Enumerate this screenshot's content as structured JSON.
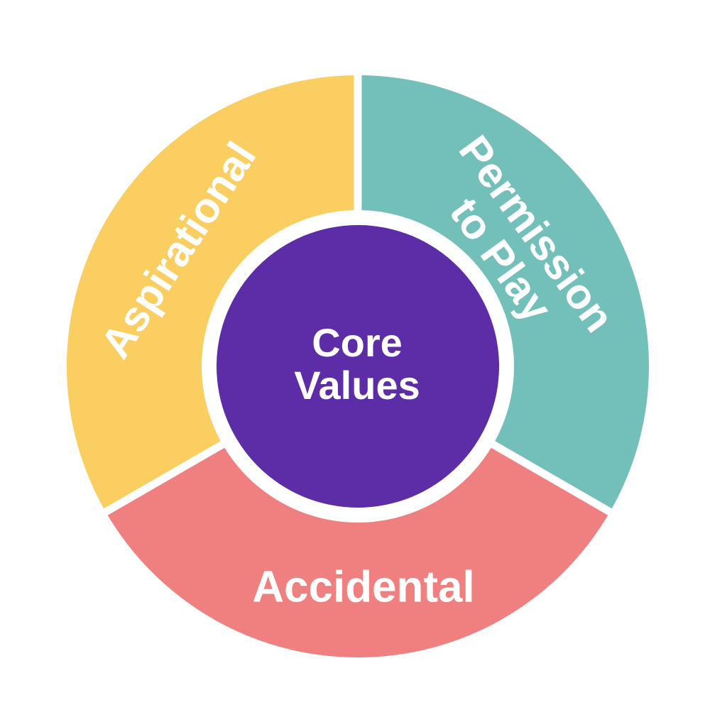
{
  "background_color": "#FFFFFF",
  "label_text_color": "#FFFFFF",
  "center": {
    "label": "Core Values",
    "line1": "Core",
    "line2": "Values",
    "color": "#5C2DA7"
  },
  "segments": [
    {
      "label": "Aspirational",
      "color": "#FACE61"
    },
    {
      "label": "Permission to Play",
      "line1": "Permission",
      "line2": "to Play",
      "color": "#72C0B9"
    },
    {
      "label": "Accidental",
      "color": "#F08080"
    }
  ]
}
